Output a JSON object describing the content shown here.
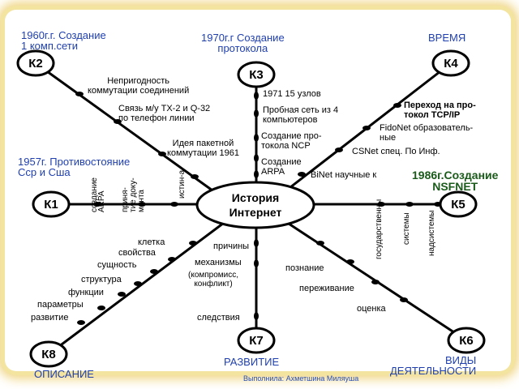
{
  "center": {
    "line1": "История",
    "line2": "Интернет"
  },
  "nodes": {
    "k1": "К1",
    "k2": "К2",
    "k3": "К3",
    "k4": "К4",
    "k5": "К5",
    "k6": "К6",
    "k7": "К7",
    "k8": "К8"
  },
  "headings": {
    "k2_top": "1960г.г. Создание\n1 комп.сети",
    "k3_top": "1970г.г Создание\nпротокола",
    "k4_top": "ВРЕМЯ",
    "k1_side": "1957г. Противостояние\nСср и Сша",
    "k5_side": "1986г.Создание\nNSFNET",
    "k7_bottom": "РАЗВИТИЕ",
    "k6_bottom": "ВИДЫ\nДЕЯТЕЛЬНОСТИ",
    "k8_bottom": "ОПИСАНИЕ"
  },
  "k2_labels": [
    "Непригодность\nкоммутации соединений",
    "Связь м/у ТХ-2 и Q-32\nпо телефон линии",
    "Идея пакетной\nкоммутации 1961"
  ],
  "k3_labels": [
    "1971 15 узлов",
    "Пробная сеть из 4\nкомпьютеров",
    "Создание про-\nтокола NCP",
    "Создание\nARPA"
  ],
  "k4_labels": [
    "Переход на про-\nтокол TCP/IP",
    "FidoNet образователь-\nные",
    "CSNet спец. По Инф.",
    "BiNet научные к"
  ],
  "k1_labels": [
    "создание\nARPA",
    "приня-\nтие доку-\nмента",
    "истин-а"
  ],
  "k5_labels": [
    "государственны",
    "системы",
    "надсистемы"
  ],
  "k7_labels": [
    "причины",
    "механизмы",
    "(компромисс,\nконфликт)",
    "следствия"
  ],
  "k6_labels": [
    "познание",
    "переживание",
    "оценка"
  ],
  "k8_labels": [
    "клетка",
    "свойства",
    "сущность",
    "структура",
    "функции",
    "параметры",
    "развитие"
  ],
  "credit": "Выполнила: Ахметшина Миляуша"
}
